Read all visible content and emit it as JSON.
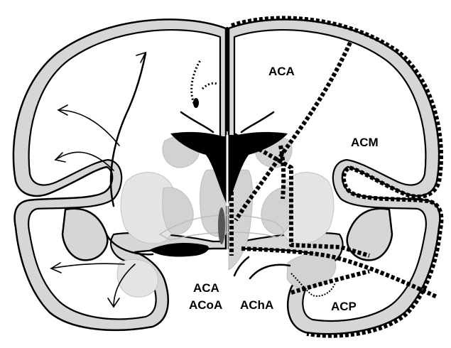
{
  "labels": {
    "aca_top": "ACA",
    "acm": "ACM",
    "aca_bottom": "ACA",
    "acoa": "ACoA",
    "acha": "AChA",
    "acp": "ACP"
  }
}
